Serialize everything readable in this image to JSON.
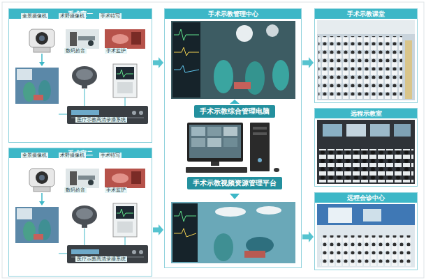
{
  "diagram": {
    "nodes": [
      {
        "text": [
          "手术室一"
        ]
      },
      {
        "text": [
          "手术室二"
        ]
      },
      {
        "text": [
          "手术示教管理中心"
        ]
      },
      {
        "text": [
          "手术示教综合管理电脑"
        ],
        "in": 2
      },
      {
        "text": [
          "手术示教视频资源管理平台"
        ],
        "in": 2
      },
      {
        "text": [
          "手术示教课堂"
        ]
      },
      {
        "text": [
          "远程示教室"
        ]
      },
      {
        "text": [
          "远程会诊中心"
        ]
      }
    ],
    "edges": [
      {
        "from": 0,
        "to": 2,
        "arrow": "to"
      },
      {
        "from": 1,
        "to": 2,
        "arrow": "to"
      },
      {
        "from": 2,
        "to": 5,
        "arrow": "to"
      },
      {
        "from": 2,
        "to": 7,
        "arrow": "to"
      }
    ],
    "labels": [
      "全景摄像机",
      "术野摄像机",
      "手术特写",
      "数码拾音",
      "手术监护",
      "医疗示教高清录播系统",
      "全景摄像机",
      "术野摄像机",
      "手术特写",
      "数码拾音",
      "手术监护",
      "医疗示教高清录播系统"
    ]
  }
}
